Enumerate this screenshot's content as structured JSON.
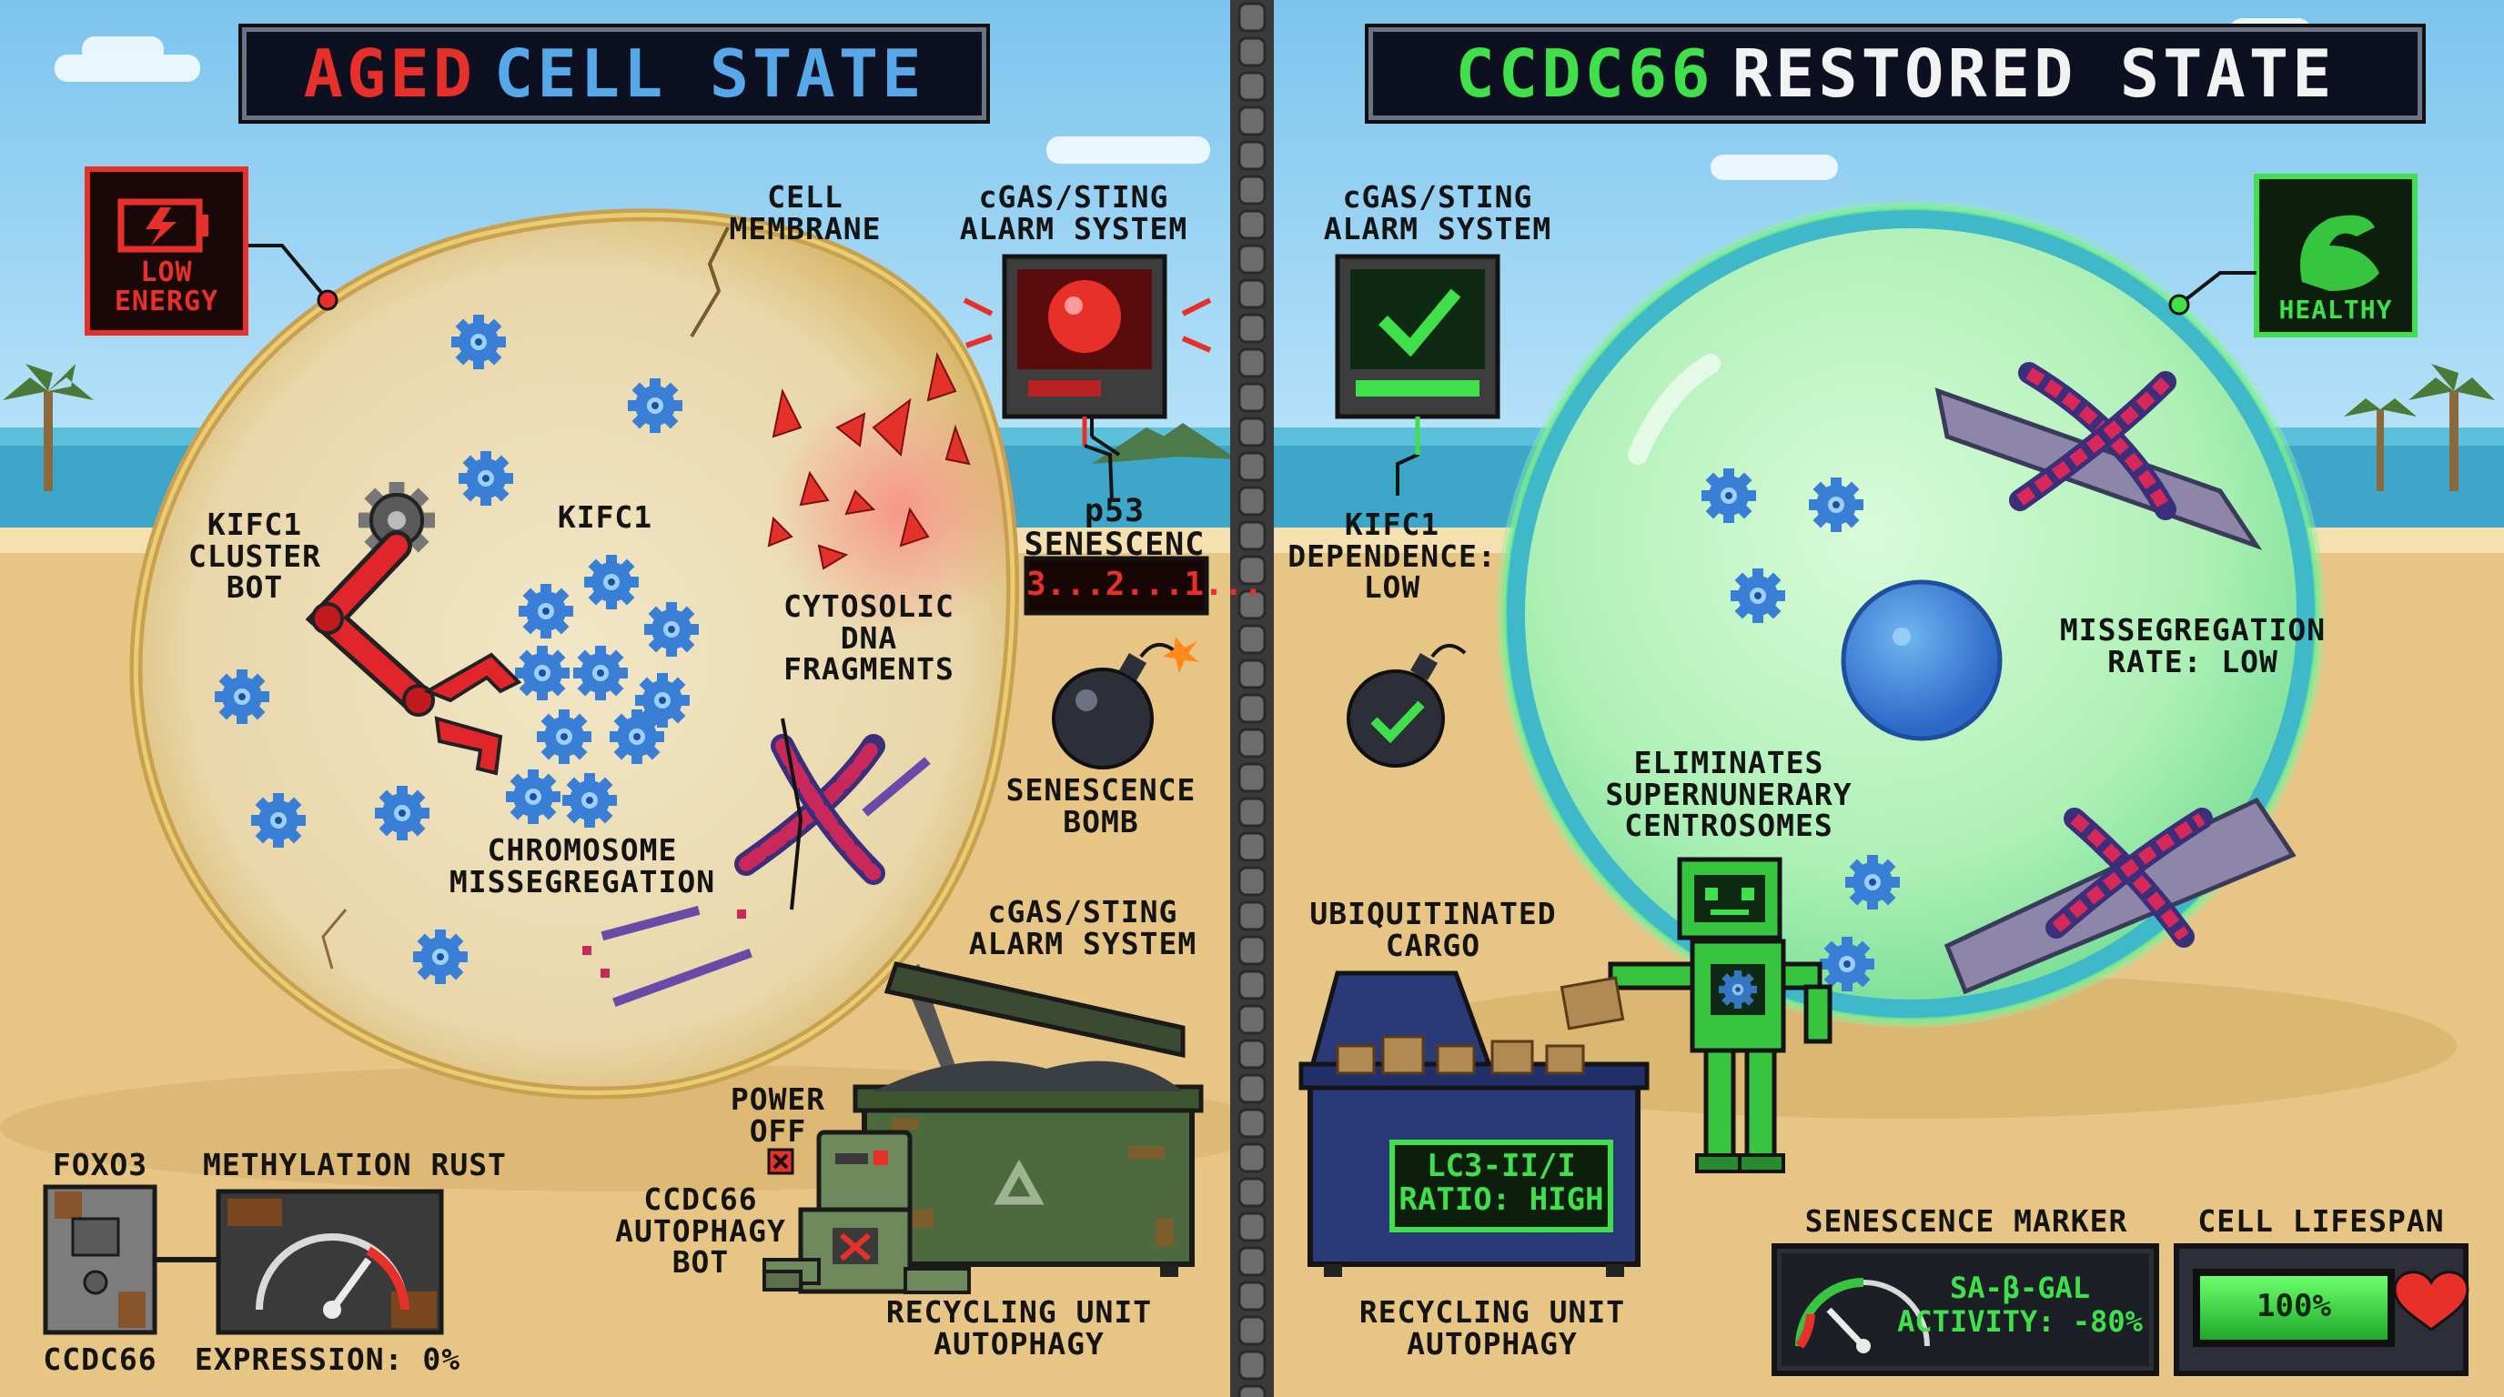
{
  "left_panel": {
    "title_word1": "AGED",
    "title_word2": "CELL STATE",
    "low_energy": "LOW\nENERGY",
    "cell_membrane": "CELL\nMEMBRANE",
    "cgas_alarm_top": "cGAS/STING\nALARM SYSTEM",
    "p53": "p53\nSENESCENC",
    "countdown": "3...2...1...",
    "kifc1_cluster_bot": "KIFC1\nCLUSTER\nBOT",
    "kifc1": "KIFC1",
    "cytosolic_dna": "CYTOSOLIC\nDNA\nFRAGMENTS",
    "senescence_bomb": "SENESCENCE\nBOMB",
    "chromosome_missegregation": "CHROMOSOME\nMISSEGREGATION",
    "cgas_alarm_bottom": "cGAS/STING\nALARM SYSTEM",
    "power_off": "POWER\nOFF",
    "autophagy_bot": "CCDC66\nAUTOPHAGY\nBOT",
    "recycling_unit": "RECYCLING UNIT\nAUTOPHAGY",
    "foxo3": "FOXO3",
    "methylation_rust": "METHYLATION RUST",
    "ccdc66": "CCDC66",
    "expression": "EXPRESSION: 0%"
  },
  "right_panel": {
    "title_word1": "CCDC66",
    "title_word2": "RESTORED STATE",
    "cgas_alarm": "cGAS/STING\nALARM SYSTEM",
    "healthy": "HEALTHY",
    "kifc1_dependence": "KIFC1\nDEPENDENCE:\nLOW",
    "missegregation_rate": "MISSEGREGATION\nRATE: LOW",
    "eliminates": "ELIMINATES\nSUPERNUNERARY\nCENTROSOMES",
    "ubiquitinated_cargo": "UBIQUITINATED\nCARGO",
    "lc3_ratio": "LC3-II/I\nRATIO: HIGH",
    "recycling_unit": "RECYCLING UNIT\nAUTOPHAGY",
    "senescence_marker": "SENESCENCE MARKER",
    "sa_gal": "SA-β-GAL\nACTIVITY: -80%",
    "cell_lifespan": "CELL LIFESPAN",
    "lifespan_value": "100%"
  },
  "colors": {
    "aged_red": "#e8302a",
    "cell_blue": "#57a8e8",
    "restored_green": "#3fe04a",
    "healthy_green": "#37c43f",
    "warning_red": "#d8281f"
  },
  "icons": [
    "battery-low-icon",
    "bicep-icon",
    "alarm-bell-icon",
    "checkmark-icon",
    "bomb-icon",
    "gear-icon",
    "recycle-icon",
    "heart-icon",
    "robot-arm-icon",
    "robot-icon"
  ]
}
